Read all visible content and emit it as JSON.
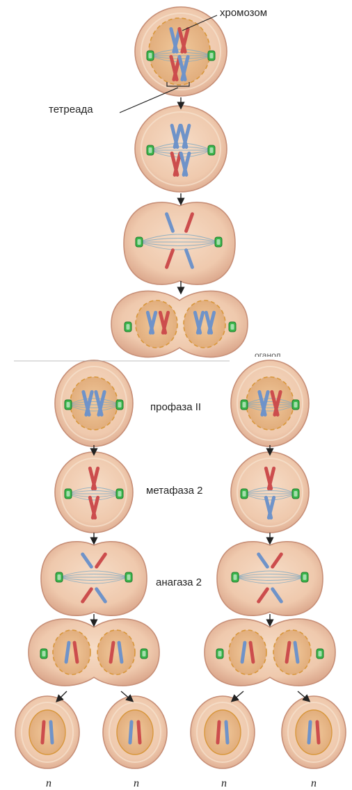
{
  "labels": {
    "chromosome": "хромозом",
    "tetrad": "тетреада",
    "prophase2": "профаза II",
    "metaphase2": "метафаза  2",
    "anaphase2": "анагаза  2",
    "cut_fragment": "оганол"
  },
  "result_label": "n",
  "colors": {
    "cytoplasm": "#efc9ad",
    "cell_edge": "#c78f77",
    "nucleus": "#e9b98f",
    "nuclear_envelope": "#d8973c",
    "chromosome_blue": "#6f93c9",
    "chromosome_red": "#cc4d4d",
    "spindle": "#7fa9c2",
    "centrosome": "#39b54a"
  },
  "stages": [
    {
      "stage": "meiosis I",
      "step": 1,
      "feature": "tetrads forming"
    },
    {
      "stage": "meiosis I",
      "step": 2,
      "feature": "tetrads aligned"
    },
    {
      "stage": "meiosis I",
      "step": 3,
      "feature": "homologs separating"
    },
    {
      "stage": "meiosis I",
      "step": 4,
      "feature": "two nuclei"
    },
    {
      "stage": "meiosis II",
      "step": 1,
      "feature": "prophase"
    },
    {
      "stage": "meiosis II",
      "step": 2,
      "feature": "metaphase"
    },
    {
      "stage": "meiosis II",
      "step": 3,
      "feature": "anaphase"
    },
    {
      "stage": "meiosis II",
      "step": 4,
      "feature": "telophase"
    },
    {
      "stage": "result",
      "step": 5,
      "feature": "four haploid cells"
    }
  ]
}
